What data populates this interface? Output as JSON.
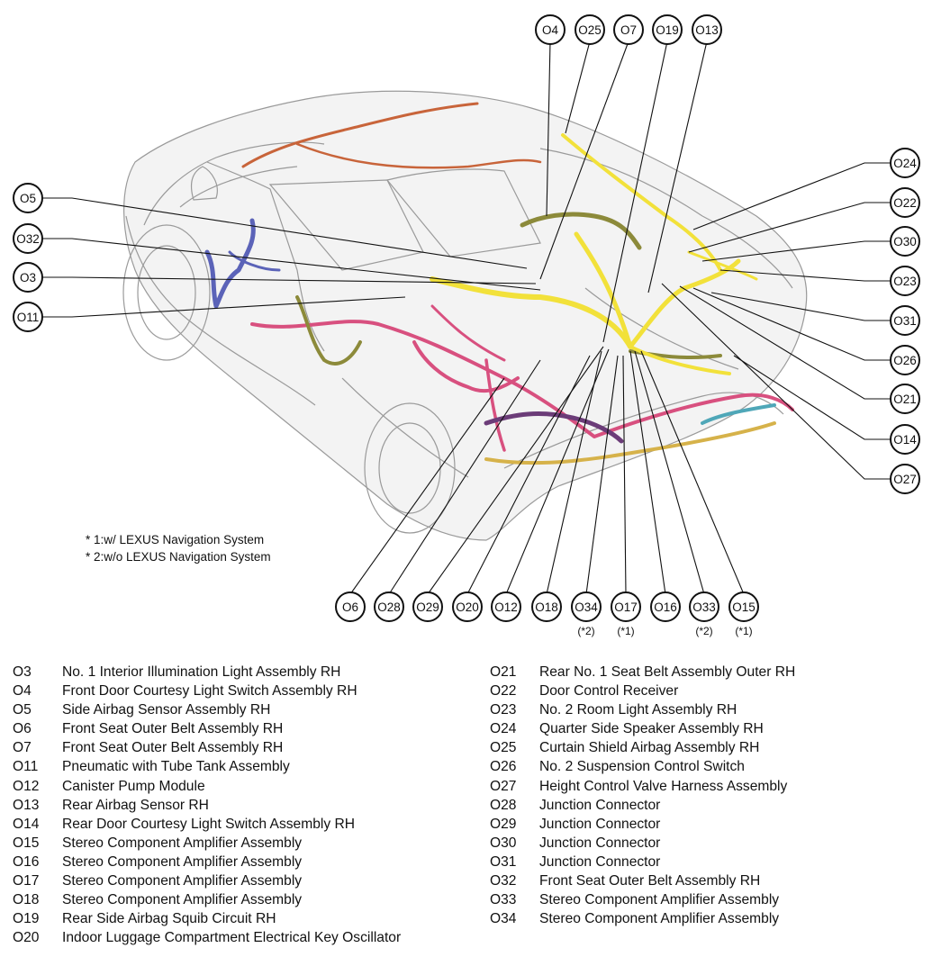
{
  "callouts": [
    {
      "id": "O4",
      "label": "O4"
    },
    {
      "id": "O25",
      "label": "O25"
    },
    {
      "id": "O7",
      "label": "O7"
    },
    {
      "id": "O19",
      "label": "O19"
    },
    {
      "id": "O13",
      "label": "O13"
    },
    {
      "id": "O24",
      "label": "O24"
    },
    {
      "id": "O22",
      "label": "O22"
    },
    {
      "id": "O30",
      "label": "O30"
    },
    {
      "id": "O23",
      "label": "O23"
    },
    {
      "id": "O31",
      "label": "O31"
    },
    {
      "id": "O26",
      "label": "O26"
    },
    {
      "id": "O21",
      "label": "O21"
    },
    {
      "id": "O14",
      "label": "O14"
    },
    {
      "id": "O27",
      "label": "O27"
    },
    {
      "id": "O5",
      "label": "O5"
    },
    {
      "id": "O32",
      "label": "O32"
    },
    {
      "id": "O3",
      "label": "O3"
    },
    {
      "id": "O11",
      "label": "O11"
    },
    {
      "id": "O6",
      "label": "O6"
    },
    {
      "id": "O28",
      "label": "O28"
    },
    {
      "id": "O29",
      "label": "O29"
    },
    {
      "id": "O20",
      "label": "O20"
    },
    {
      "id": "O12",
      "label": "O12"
    },
    {
      "id": "O18",
      "label": "O18"
    },
    {
      "id": "O34",
      "label": "O34",
      "variant": "(*2)"
    },
    {
      "id": "O17",
      "label": "O17",
      "variant": "(*1)"
    },
    {
      "id": "O16",
      "label": "O16"
    },
    {
      "id": "O33",
      "label": "O33",
      "variant": "(*2)"
    },
    {
      "id": "O15",
      "label": "O15",
      "variant": "(*1)"
    }
  ],
  "notes": [
    "* 1:w/ LEXUS Navigation System",
    "* 2:w/o LEXUS Navigation System"
  ],
  "legend_left": [
    {
      "code": "O3",
      "desc": "No. 1 Interior Illumination Light Assembly RH"
    },
    {
      "code": "O4",
      "desc": "Front Door Courtesy Light Switch Assembly RH"
    },
    {
      "code": "O5",
      "desc": "Side Airbag Sensor Assembly RH"
    },
    {
      "code": "O6",
      "desc": "Front Seat Outer Belt Assembly RH"
    },
    {
      "code": "O7",
      "desc": "Front Seat Outer Belt Assembly RH"
    },
    {
      "code": "O11",
      "desc": "Pneumatic with Tube Tank Assembly"
    },
    {
      "code": "O12",
      "desc": "Canister Pump Module"
    },
    {
      "code": "O13",
      "desc": "Rear Airbag Sensor RH"
    },
    {
      "code": "O14",
      "desc": "Rear Door Courtesy Light Switch Assembly RH"
    },
    {
      "code": "O15",
      "desc": "Stereo Component Amplifier Assembly"
    },
    {
      "code": "O16",
      "desc": "Stereo Component Amplifier Assembly"
    },
    {
      "code": "O17",
      "desc": "Stereo Component Amplifier Assembly"
    },
    {
      "code": "O18",
      "desc": "Stereo Component Amplifier Assembly"
    },
    {
      "code": "O19",
      "desc": "Rear Side Airbag Squib Circuit RH"
    },
    {
      "code": "O20",
      "desc": "Indoor Luggage Compartment Electrical Key Oscillator"
    }
  ],
  "legend_right": [
    {
      "code": "O21",
      "desc": "Rear No. 1 Seat Belt Assembly Outer RH"
    },
    {
      "code": "O22",
      "desc": "Door Control Receiver"
    },
    {
      "code": "O23",
      "desc": "No. 2 Room Light Assembly RH"
    },
    {
      "code": "O24",
      "desc": "Quarter Side Speaker Assembly RH"
    },
    {
      "code": "O25",
      "desc": "Curtain Shield Airbag Assembly RH"
    },
    {
      "code": "O26",
      "desc": "No. 2 Suspension Control Switch"
    },
    {
      "code": "O27",
      "desc": "Height Control Valve Harness Assembly"
    },
    {
      "code": "O28",
      "desc": "Junction Connector"
    },
    {
      "code": "O29",
      "desc": "Junction Connector"
    },
    {
      "code": "O30",
      "desc": "Junction Connector"
    },
    {
      "code": "O31",
      "desc": "Junction Connector"
    },
    {
      "code": "O32",
      "desc": "Front Seat Outer Belt Assembly RH"
    },
    {
      "code": "O33",
      "desc": "Stereo Component Amplifier Assembly"
    },
    {
      "code": "O34",
      "desc": "Stereo Component Amplifier Assembly"
    }
  ],
  "harness_colors": {
    "yellow": "#f2e13a",
    "pink": "#d8507f",
    "olive": "#8c8a3a",
    "purple": "#6b3c78",
    "blue": "#5b63b8",
    "orange": "#c8643a",
    "teal": "#4fa7b8",
    "gold": "#d6b24a"
  }
}
